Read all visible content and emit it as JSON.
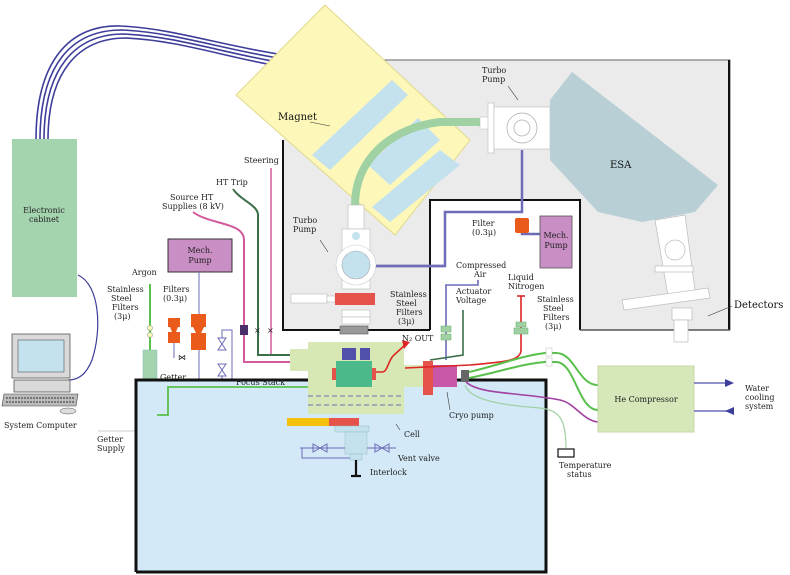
{
  "colors": {
    "cable": "#3d3d9a",
    "cabinet": "#a4d4ae",
    "magnet": "#fdf7b9",
    "magnet_pole": "#c3e2ee",
    "beamline": "#9fd1a3",
    "enclosure": "#ebebeb",
    "esa": "#b8cfd6",
    "pump_box": "#c98ec4",
    "filter": "#ea5a1a",
    "tank": "#d4e9f8",
    "source_block": "#d8e8b4",
    "source_core": "#4bb98a",
    "cryo": "#c957a8",
    "cryo_red": "#e5534b",
    "cell_yellow": "#f4c20d",
    "cell_red": "#e5534b",
    "compressor": "#d6e8b9",
    "gas_line": "#58c04b",
    "pink_line": "#d35a9e",
    "dark_green_line": "#3c6e4a",
    "red_line": "#dc2626",
    "vacuum_line": "#6c6cb8"
  },
  "labels": {
    "magnet": "Magnet",
    "esa": "ESA",
    "turbo_pump_top": [
      "Turbo",
      "Pump"
    ],
    "turbo_pump_mid": [
      "Turbo",
      "Pump"
    ],
    "electronic_cabinet": [
      "Electronic",
      "cabinet"
    ],
    "steering": "Steering",
    "ht_trip": "HT Trip",
    "source_ht": [
      "Source HT",
      "Supplies (8 kV)"
    ],
    "mech_pump_left": [
      "Mech.",
      "Pump"
    ],
    "mech_pump_right": [
      "Mech.",
      "Pump"
    ],
    "filter_right": [
      "Filter",
      "(0.3μ)"
    ],
    "filters_left": [
      "Filters",
      "(0.3μ)"
    ],
    "argon": "Argon",
    "ss_filters_left": [
      "Stainless",
      "Steel",
      "Filters",
      "(3μ)"
    ],
    "ss_filters_mid": [
      "Stainless",
      "Steel",
      "Filters",
      "(3μ)"
    ],
    "ss_filters_right": [
      "Stainless",
      "Steel",
      "Filters",
      "(3μ)"
    ],
    "compressed_air": [
      "Compressed",
      "Air"
    ],
    "actuator_voltage": [
      "Actuator",
      "Voltage"
    ],
    "liquid_nitrogen": [
      "Liquid",
      "Nitrogen"
    ],
    "detectors": "Detectors",
    "n2_out": "N₂ OUT",
    "getter": "Getter",
    "focus_stack": "Focus Stack",
    "cryo_pump": "Cryo pump",
    "cell": "Cell",
    "vent_valve": "Vent valve",
    "interlock": "Interlock",
    "he_compressor": "He Compressor",
    "water_cooling": [
      "Water",
      "cooling",
      "system"
    ],
    "temperature_status": [
      "Temperature",
      "status"
    ],
    "system_computer": "System Computer",
    "getter_supply": [
      "Getter",
      "Supply"
    ]
  }
}
